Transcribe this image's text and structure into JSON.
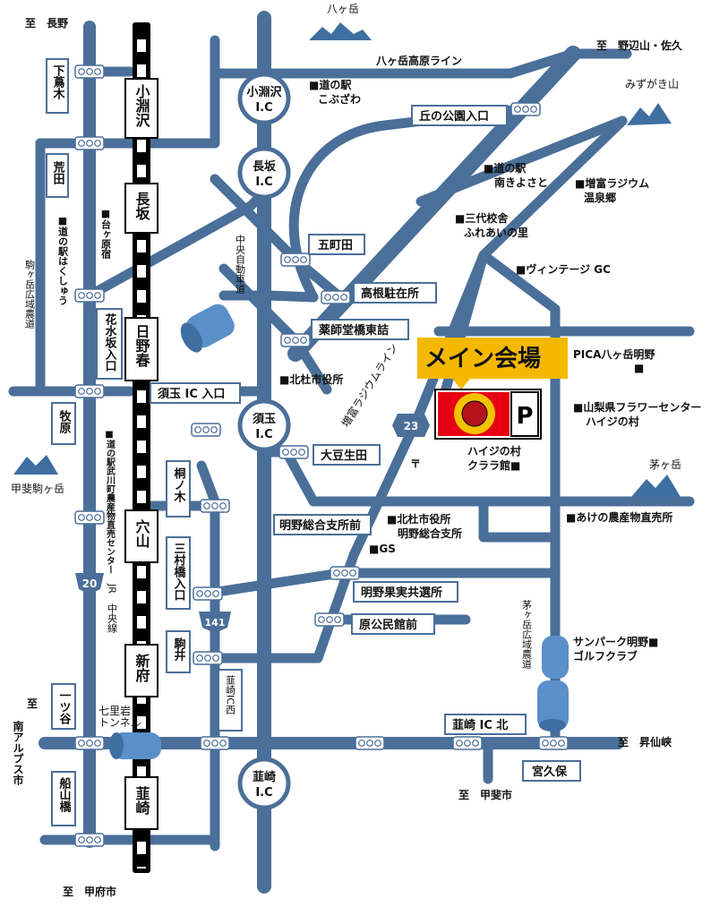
{
  "directions": {
    "nagano": "至　長野",
    "nobeyama_saku": "至　野辺山・佐久",
    "shosenkyo": "至　昇仙峡",
    "kai": "至　甲斐市",
    "kofu": "至　甲府市",
    "minami_alps": [
      "至",
      "南アルプス市"
    ]
  },
  "mountains": {
    "yatsugatake": "八ヶ岳",
    "mizugaki": "みずがき山",
    "kaya": "茅ヶ岳",
    "kaikoma": "甲斐駒ヶ岳"
  },
  "interchanges": {
    "kobuchizawa": [
      "小淵沢",
      "I.C"
    ],
    "nagasaka": [
      "長坂",
      "I.C"
    ],
    "sudama": [
      "須玉",
      "I.C"
    ],
    "nirasaki": [
      "韮崎",
      "I.C"
    ]
  },
  "stations": {
    "kobuchizawa": "小淵沢",
    "nagasaka": "長坂",
    "hinoharu": "日野春",
    "anayama": "穴山",
    "shinpu": "新府",
    "nirasaki": "韮崎"
  },
  "road_labels": {
    "yatsugatake_kogen": "八ヶ岳高原ライン",
    "chuo_expressway": "中央自動車道",
    "masutomi_radium": "増富ラジウムライン",
    "komagatake_farm": "駒ヶ岳広域農道",
    "kayagatake_farm": "茅ヶ岳広域農道",
    "jr_chuo": "JR　中央線",
    "shichiriiwa_tunnel": [
      "七里岩",
      "トンネル"
    ]
  },
  "route_numbers": {
    "r20": "20",
    "r141": "141",
    "r23": "23"
  },
  "intersections": {
    "shimotsutaki": "下蔦木",
    "arata": "荒田",
    "hanamizuzaka": "花水坂入口",
    "makihara": "牧原",
    "hitotsuya": "一ツ谷",
    "funayamabashi": "船山橋",
    "oka_park": "丘の公園入口",
    "gochoda": "五町田",
    "takane_chuzaisho": "高根駐在所",
    "yakushido": "薬師堂橋東詰",
    "sudama_ic_entrance": "須玉 IC 入口",
    "daizuoda": "大豆生田",
    "kirinoki": "桐ノ木",
    "mimurabashi": "三村橋入口",
    "komai": "駒井",
    "nirasaki_ic_west": "韮崎IC西",
    "akeno_sogoshisho_mae": "明野総合支所前",
    "akeno_fruit": "明野果実共選所",
    "hara_kominkan": "原公民館前",
    "nirasaki_ic_north": "韮崎 IC 北",
    "miyakubo": "宮久保"
  },
  "poi": {
    "michinoeki_kobuchizawa": [
      "■道の駅",
      "こぶざわ"
    ],
    "michinoeki_minamikiyosato": [
      "■道の駅",
      "南きよさと"
    ],
    "masutomi_radium_onsen": [
      "■増富ラジウム",
      "温泉郷"
    ],
    "sandai_kosha": [
      "■三代校舎",
      "ふれあいの里"
    ],
    "vintage_gc": "■ヴィンテージ GC",
    "pica": "PICA八ヶ岳明野",
    "pica_marker": "■",
    "hokuto_city_hall": "■北杜市役所",
    "flower_center": [
      "■山梨県フラワーセンター",
      "ハイジの村"
    ],
    "heidi_clara": [
      "ハイジの村",
      "クララ館■"
    ],
    "hokuto_akeno_branch": [
      "■北杜市役所",
      "明野総合支所"
    ],
    "gs": "■GS",
    "akeno_farm_shop": "■あけの農産物直売所",
    "sunpark": [
      "サンパーク明野■",
      "ゴルフクラブ"
    ],
    "daigahara": "■台ヶ原宿",
    "michinoeki_hakushu": "■道の駅はくしゅう",
    "mukawa_station": "■道の駅武川町農産物直売センター"
  },
  "main_venue": {
    "label": "メイン会場",
    "parking": "P",
    "post_mark": "〒"
  },
  "colors": {
    "road": "#4a6f99",
    "signal": "#ffffff",
    "main_label_bg": "#f5b800",
    "venue_red": "#e60012",
    "sunflower": "#f5c200",
    "tunnel": "#5b8fc9"
  }
}
